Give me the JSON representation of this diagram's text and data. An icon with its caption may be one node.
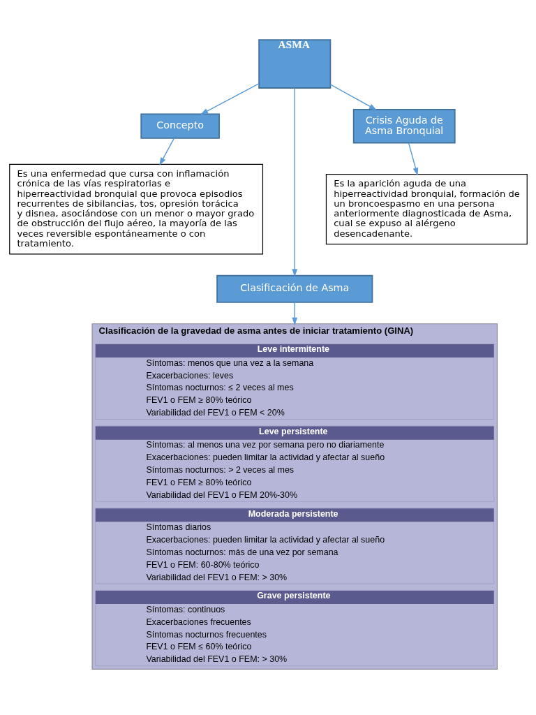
{
  "diagram": {
    "nodes": [
      {
        "text": [
          "ASMA"
        ]
      },
      {
        "text": [
          "Concepto"
        ]
      },
      {
        "text": [
          "Crisis Aguda de Asma Bronquial"
        ]
      },
      {
        "text": [
          "Es una enfermedad que cursa con inflamación crónica de las vías respiratorias e hiperreactividad bronquial que provoca episodios recurrentes de sibilancias, tos, opresión torácica y disnea, asociándose con un menor o mayor grado de obstrucción del flujo aéreo, la mayoría de las veces reversible espontáneamente o con tratamiento."
        ]
      },
      {
        "text": [
          "Es la aparición aguda de una hiperreactividad bronquial, formación de un broncoespasmo en una persona anteriormente diagnosticada de Asma, cual se expuso al alérgeno desencadenante."
        ]
      },
      {
        "text": [
          "Clasificación de Asma"
        ]
      },
      {
        "text": [
          "Clasificación de la gravedad de asma antes de iniciar tratamiento (GINA)"
        ]
      },
      {
        "text": [
          "Leve intermitente",
          "Síntomas: menos que una vez a la semana",
          "Exacerbaciones: leves",
          "Síntomas nocturnos: ≤ 2 veces al mes",
          "FEV1 o FEM ≥ 80% teórico",
          "Variabilidad del FEV1 o FEM < 20%"
        ],
        "in": 6
      },
      {
        "text": [
          "Leve persistente",
          "Síntomas: al menos una vez por semana pero no diariamente",
          "Exacerbaciones: pueden limitar la actividad y afectar al sueño",
          "Síntomas nocturnos: > 2 veces al mes",
          "FEV1 o FEM ≥ 80% teórico",
          "Variabilidad del FEV1 o FEM 20%-30%"
        ],
        "in": 6
      },
      {
        "text": [
          "Moderada persistente",
          "Síntomas diarios",
          "Exacerbaciones: pueden limitar la actividad y afectar al sueño",
          "Síntomas nocturnos: más de una vez por semana",
          "FEV1 o FEM: 60-80% teórico",
          "Variabilidad del FEV1 o FEM: > 30%"
        ],
        "in": 6
      },
      {
        "text": [
          "Grave persistente",
          "Síntomas: continuos",
          "Exacerbaciones frecuentes",
          "Síntomas nocturnos frecuentes",
          "FEV1 o FEM ≤ 60% teórico",
          "Variabilidad del FEV1 o FEM: > 30%"
        ],
        "in": 6
      }
    ],
    "edges": [
      {
        "from": 0,
        "to": 1,
        "arrow": "to"
      },
      {
        "from": 0,
        "to": 5,
        "arrow": "to"
      },
      {
        "from": 0,
        "to": 2,
        "arrow": "to"
      },
      {
        "from": 1,
        "to": 3,
        "arrow": "to"
      },
      {
        "from": 2,
        "to": 4,
        "arrow": "to"
      },
      {
        "from": 5,
        "to": 6,
        "arrow": "to"
      }
    ]
  }
}
